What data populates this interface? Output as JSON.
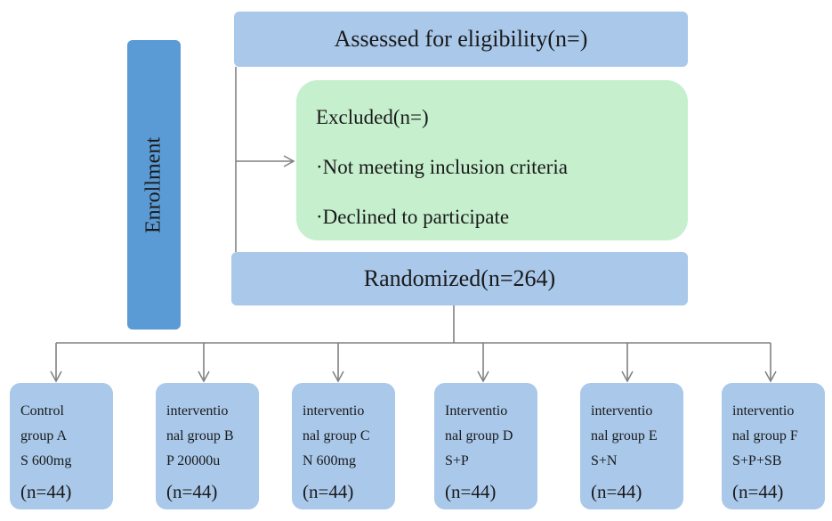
{
  "enrollment_label": "Enrollment",
  "assessed": "Assessed for eligibility(n=)",
  "excluded": {
    "title": "Excluded(n=)",
    "items": [
      "·Not meeting inclusion criteria",
      "·Declined to participate"
    ]
  },
  "randomized": "Randomized(n=264)",
  "groups": [
    {
      "lines": [
        "Control",
        "group A",
        "S 600mg"
      ],
      "count": "(n=44)"
    },
    {
      "lines": [
        "interventio",
        "nal group B",
        "P 20000u"
      ],
      "count": "(n=44)"
    },
    {
      "lines": [
        "interventio",
        "nal group C",
        "N 600mg"
      ],
      "count": "(n=44)"
    },
    {
      "lines": [
        "Interventio",
        "nal group D",
        "S+P"
      ],
      "count": "(n=44)"
    },
    {
      "lines": [
        "interventio",
        "nal group E",
        "S+N"
      ],
      "count": "(n=44)"
    },
    {
      "lines": [
        "interventio",
        "nal group F",
        "S+P+SB"
      ],
      "count": "(n=44)"
    }
  ],
  "colors": {
    "enrollment_bar": "#5b9bd5",
    "box_blue": "#a9c8ea",
    "excluded_green": "#c6efce",
    "connector": "#808080"
  }
}
